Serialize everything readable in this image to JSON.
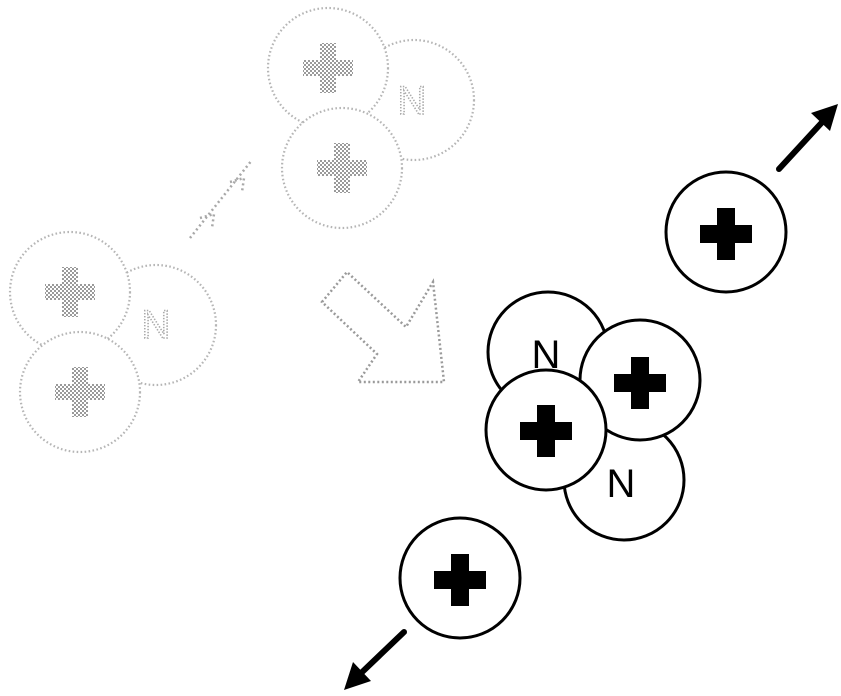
{
  "colors": {
    "background": "#ffffff",
    "ink": "#000000",
    "faded": "#b5b5b5"
  },
  "before_reaction": {
    "nucleus_a": {
      "particles": [
        {
          "kind": "proton",
          "symbol": ""
        },
        {
          "kind": "neutron",
          "symbol": "N"
        },
        {
          "kind": "proton",
          "symbol": ""
        }
      ]
    },
    "nucleus_b": {
      "particles": [
        {
          "kind": "proton",
          "symbol": ""
        },
        {
          "kind": "neutron",
          "symbol": "N"
        },
        {
          "kind": "proton",
          "symbol": ""
        }
      ]
    },
    "approach_arrow_icon": "arrow-right-up-dotted"
  },
  "reaction_arrow_icon": "arrow-down-right-outline",
  "after_reaction": {
    "product_nucleus": {
      "particles": [
        {
          "kind": "neutron",
          "symbol": "N"
        },
        {
          "kind": "proton",
          "symbol": ""
        },
        {
          "kind": "proton",
          "symbol": ""
        },
        {
          "kind": "neutron",
          "symbol": "N"
        }
      ]
    },
    "emitted_protons": [
      {
        "kind": "proton",
        "direction": "up-right"
      },
      {
        "kind": "proton",
        "direction": "down-left"
      }
    ]
  }
}
